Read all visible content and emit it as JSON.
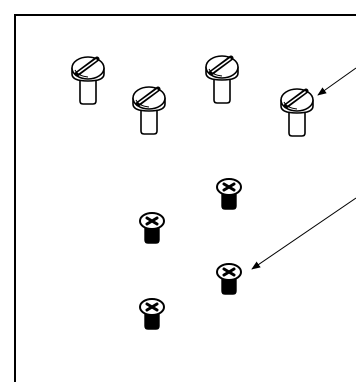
{
  "figure": {
    "background": "#ffffff",
    "line_color": "#000000",
    "slotted_screws": [
      {
        "id": "slotted-screw-1",
        "icon": "slotted-screw-icon"
      },
      {
        "id": "slotted-screw-2",
        "icon": "slotted-screw-icon"
      },
      {
        "id": "slotted-screw-3",
        "icon": "slotted-screw-icon"
      },
      {
        "id": "slotted-screw-4",
        "icon": "slotted-screw-icon"
      }
    ],
    "phillips_screws": [
      {
        "id": "phillips-screw-1",
        "icon": "phillips-screw-icon"
      },
      {
        "id": "phillips-screw-2",
        "icon": "phillips-screw-icon"
      },
      {
        "id": "phillips-screw-3",
        "icon": "phillips-screw-icon"
      },
      {
        "id": "phillips-screw-4",
        "icon": "phillips-screw-icon"
      }
    ],
    "leader_lines": [
      {
        "id": "leader-line-slotted",
        "points_to": "slotted-screw-4"
      },
      {
        "id": "leader-line-phillips",
        "points_to": "phillips-screw-3"
      }
    ]
  }
}
